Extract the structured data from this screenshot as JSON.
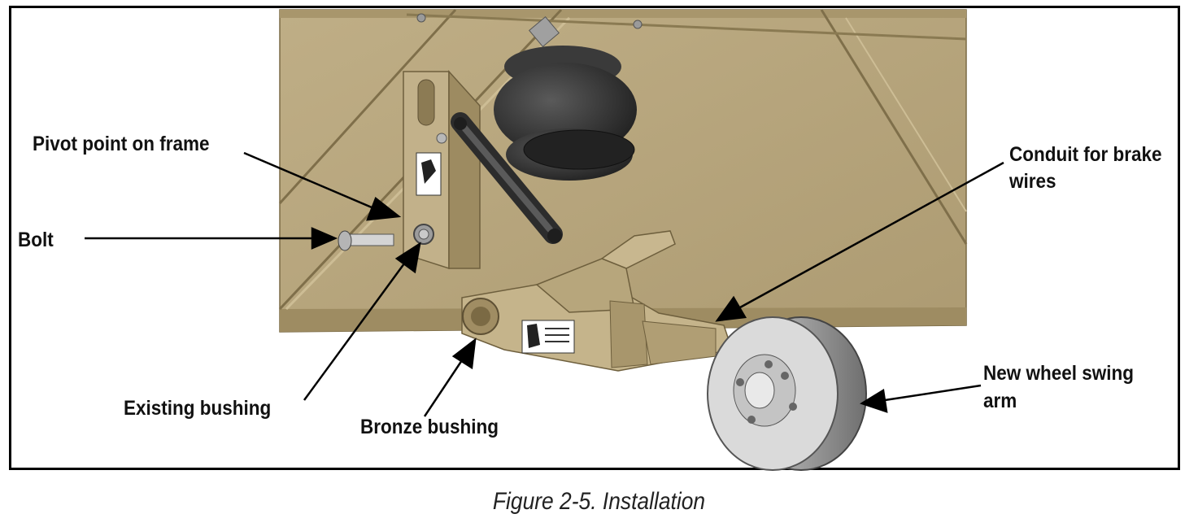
{
  "labels": {
    "pivot_point": "Pivot point on frame",
    "bolt": "Bolt",
    "existing_bushing": "Existing bushing",
    "bronze_bushing": "Bronze bushing",
    "conduit_line1": "Conduit for brake",
    "conduit_line2": "wires",
    "swing_arm_line1": "New wheel swing",
    "swing_arm_line2": "arm"
  },
  "caption": "Figure 2-5. Installation",
  "colors": {
    "frame_tan": "#b9a77e",
    "frame_tan_dark": "#8f7f58",
    "rubber": "#2b2b2b",
    "hub_gray": "#9c9c9c",
    "arrow": "#000000"
  }
}
